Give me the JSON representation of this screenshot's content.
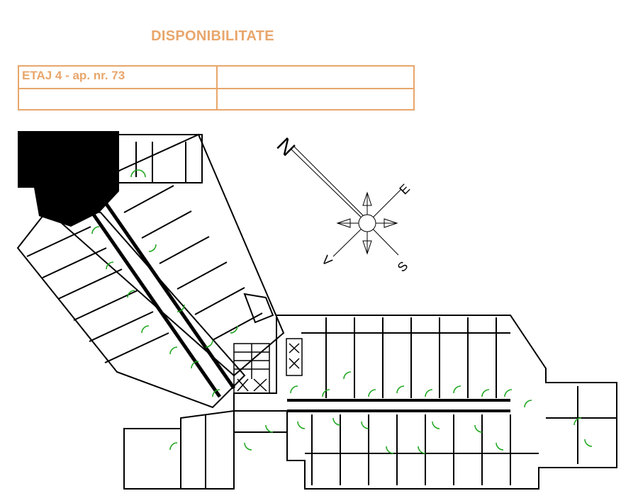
{
  "header": {
    "title": "DISPONIBILITATE"
  },
  "availability_table": {
    "rows": [
      [
        "ETAJ 4 - ap. nr. 73",
        ""
      ],
      [
        "",
        ""
      ]
    ]
  },
  "compass": {
    "north": "N",
    "east": "E",
    "south": "S",
    "west": "V"
  },
  "plan": {
    "highlighted_unit": "ap. nr. 73",
    "colors": {
      "walls": "#000000",
      "doors": "#1aa51a",
      "accent": "#e8a66b",
      "highlight": "#000000"
    }
  }
}
